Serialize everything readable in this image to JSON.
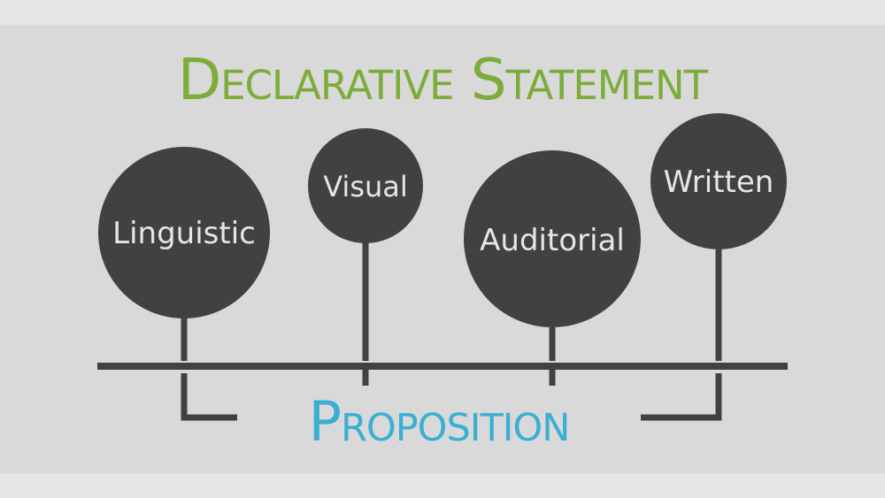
{
  "title": {
    "text": "Declarative Statement",
    "color": "#7cac3a"
  },
  "footer": {
    "text": "Proposition",
    "color": "#3aafd4"
  },
  "bubbles": [
    {
      "label": "Linguistic"
    },
    {
      "label": "Visual"
    },
    {
      "label": "Auditorial"
    },
    {
      "label": "Written"
    }
  ],
  "colors": {
    "bubble": "#414141",
    "line": "#414141",
    "label": "#e6e6e6",
    "background": "#d9d9d9"
  }
}
